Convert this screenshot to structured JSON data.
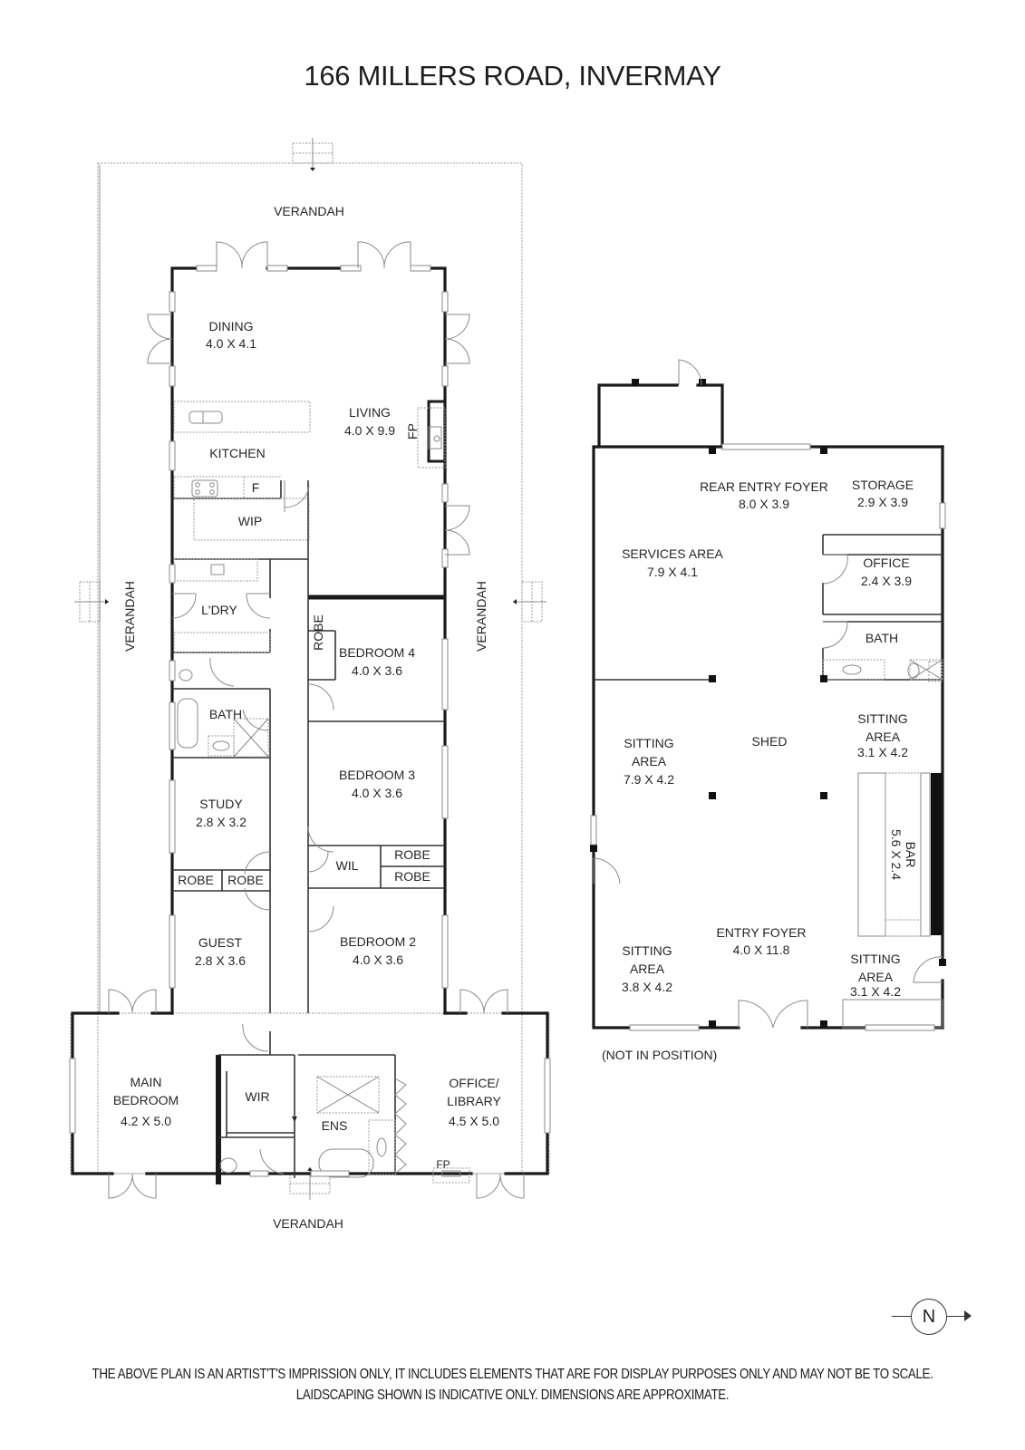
{
  "title": "166 MILLERS ROAD, INVERMAY",
  "house": {
    "rooms": {
      "verandah_top": {
        "name": "VERANDAH"
      },
      "verandah_left": {
        "name": "VERANDAH"
      },
      "verandah_right": {
        "name": "VERANDAH"
      },
      "verandah_bottom": {
        "name": "VERANDAH"
      },
      "dining": {
        "name": "DINING",
        "size": "4.0 X 4.1"
      },
      "living": {
        "name": "LIVING",
        "size": "4.0 X 9.9"
      },
      "fireplace_living": {
        "name": "FP"
      },
      "kitchen": {
        "name": "KITCHEN"
      },
      "fridge": {
        "name": "F"
      },
      "wip": {
        "name": "WIP"
      },
      "laundry": {
        "name": "L'DRY"
      },
      "bath": {
        "name": "BATH"
      },
      "study": {
        "name": "STUDY",
        "size": "2.8 X 3.2"
      },
      "robe_study_1": {
        "name": "ROBE"
      },
      "robe_study_2": {
        "name": "ROBE"
      },
      "guest": {
        "name": "GUEST",
        "size": "2.8 X 3.6"
      },
      "robe_bed4": {
        "name": "ROBE"
      },
      "bedroom4": {
        "name": "BEDROOM 4",
        "size": "4.0 X 3.6"
      },
      "bedroom3": {
        "name": "BEDROOM 3",
        "size": "4.0 X 3.6"
      },
      "wil": {
        "name": "WIL"
      },
      "robe_bed3": {
        "name": "ROBE"
      },
      "robe_bed2": {
        "name": "ROBE"
      },
      "bedroom2": {
        "name": "BEDROOM 2",
        "size": "4.0 X 3.6"
      },
      "main_bedroom": {
        "name_line1": "MAIN",
        "name_line2": "BEDROOM",
        "size": "4.2 X 5.0"
      },
      "wir": {
        "name": "WIR"
      },
      "ens": {
        "name": "ENS"
      },
      "office_library": {
        "name_line1": "OFFICE/",
        "name_line2": "LIBRARY",
        "size": "4.5 X 5.0"
      },
      "fireplace_office": {
        "name": "FP"
      }
    }
  },
  "shed": {
    "rooms": {
      "rear_entry_foyer": {
        "name": "REAR ENTRY FOYER",
        "size": "8.0 X 3.9"
      },
      "storage": {
        "name": "STORAGE",
        "size": "2.9 X 3.9"
      },
      "services_area": {
        "name": "SERVICES AREA",
        "size": "7.9 X 4.1"
      },
      "office": {
        "name": "OFFICE",
        "size": "2.4 X 3.9"
      },
      "bath": {
        "name": "BATH"
      },
      "shed": {
        "name": "SHED"
      },
      "sitting_area_left": {
        "name_line1": "SITTING",
        "name_line2": "AREA",
        "size": "7.9 X 4.2"
      },
      "sitting_area_right_top": {
        "name_line1": "SITTING",
        "name_line2": "AREA",
        "size": "3.1 X 4.2"
      },
      "bar": {
        "name": "BAR",
        "size": "5.6 X 2.4"
      },
      "entry_foyer": {
        "name": "ENTRY FOYER",
        "size": "4.0 X 11.8"
      },
      "sitting_area_bottom_left": {
        "name_line1": "SITTING",
        "name_line2": "AREA",
        "size": "3.8 X 4.2"
      },
      "sitting_area_bottom_right": {
        "name_line1": "SITTING",
        "name_line2": "AREA",
        "size": "3.1 X 4.2"
      }
    },
    "note": "(NOT IN POSITION)"
  },
  "compass": {
    "label": "N"
  },
  "disclaimer": {
    "line1": "THE ABOVE PLAN IS AN ARTIST'T'S IMPRISSION ONLY, IT INCLUDES ELEMENTS THAT ARE FOR DISPLAY PURPOSES ONLY AND MAY NOT BE TO SCALE.",
    "line2": "LAIDSCAPING SHOWN IS INDICATIVE ONLY. DIMENSIONS ARE APPROXIMATE."
  }
}
